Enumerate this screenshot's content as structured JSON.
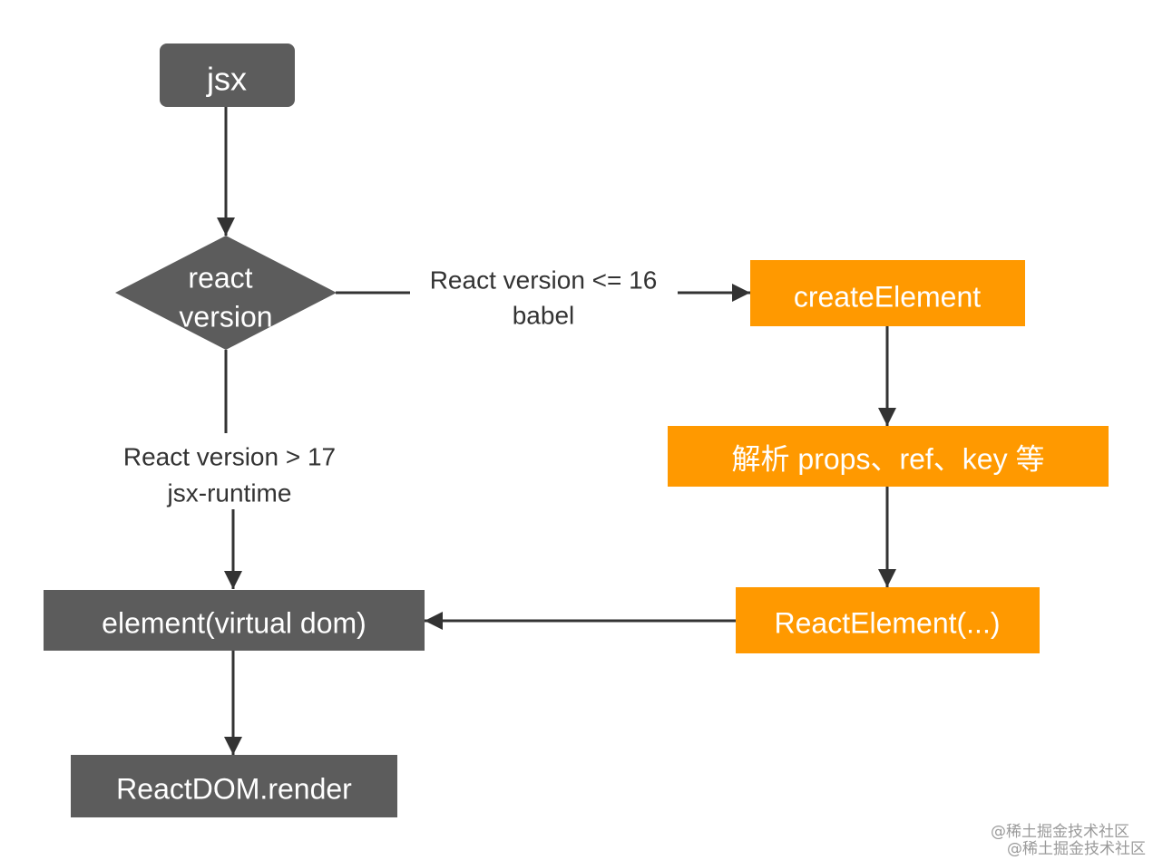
{
  "colors": {
    "dark_node": "#5c5c5c",
    "orange_node": "#ff9900",
    "edge": "#333333",
    "node_text": "#ffffff"
  },
  "nodes": {
    "jsx": "jsx",
    "decision_line1": "react",
    "decision_line2": "version",
    "create_element": "createElement",
    "parse_props": "解析 props、ref、key 等",
    "react_element": "ReactElement(...)",
    "element_vdom": "element(virtual dom)",
    "reactdom_render": "ReactDOM.render"
  },
  "edge_labels": {
    "legacy_line1": "React version <= 16",
    "legacy_line2": "babel",
    "modern_line1": "React version > 17",
    "modern_line2": "jsx-runtime"
  },
  "watermark": {
    "line1": "@稀土掘金技术社区",
    "line2": "@稀土掘金技术社区"
  }
}
